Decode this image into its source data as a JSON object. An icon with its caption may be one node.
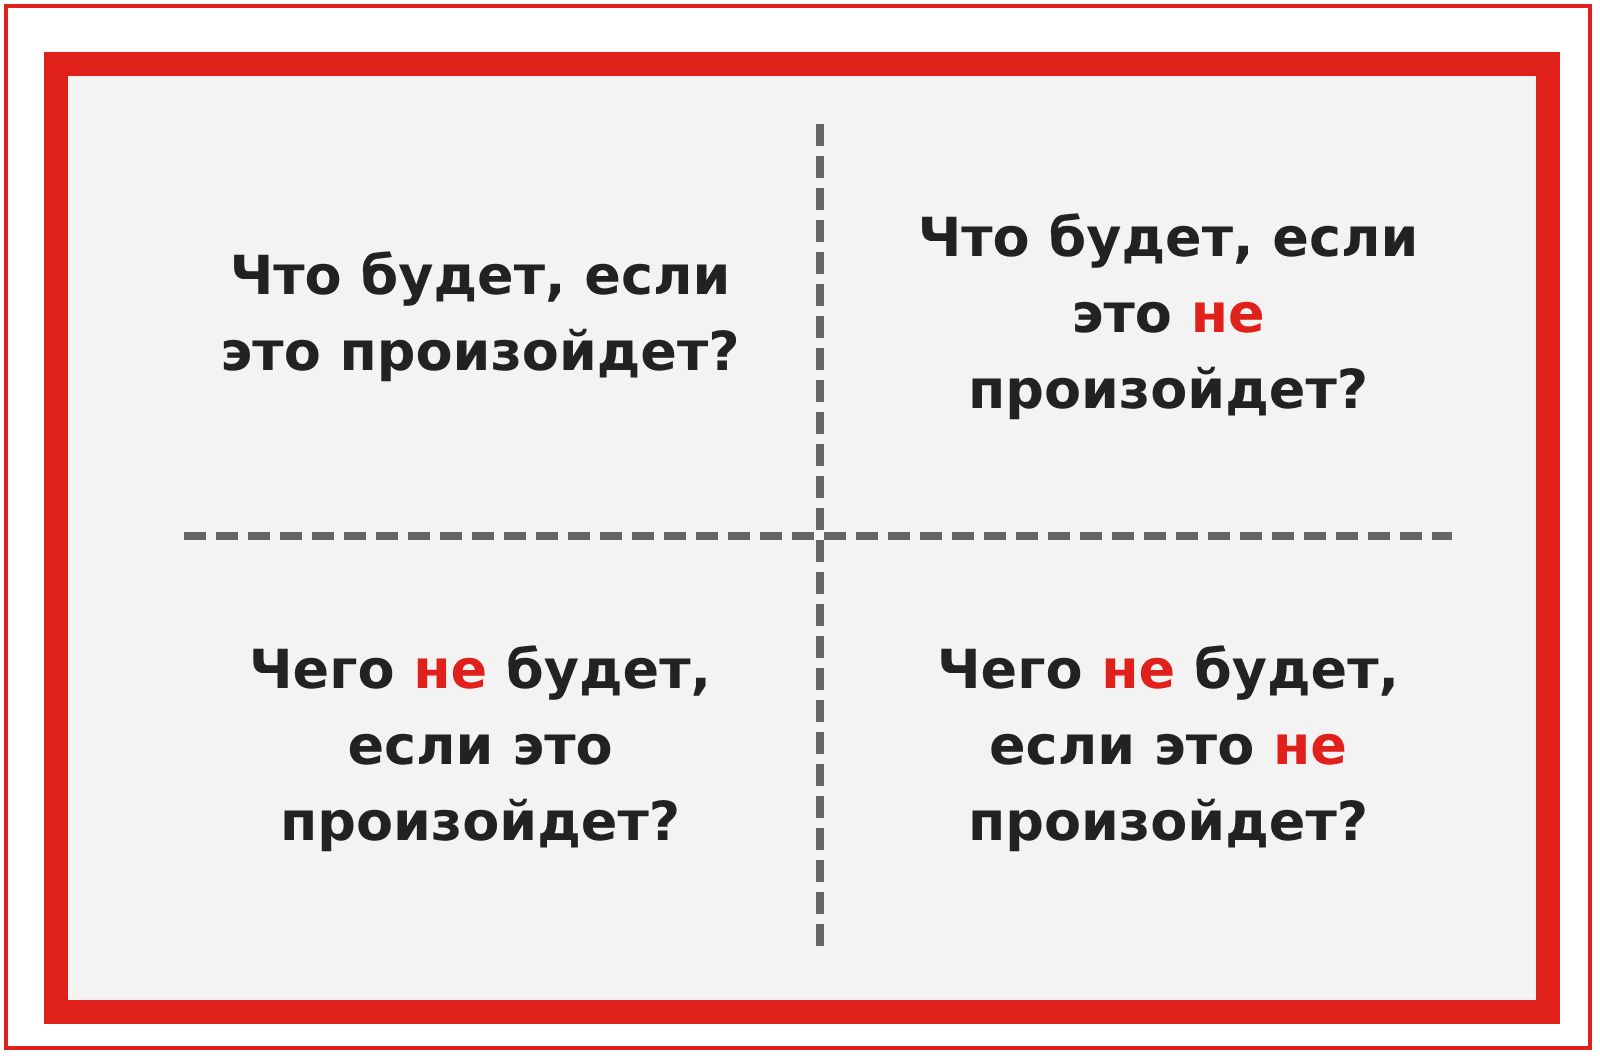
{
  "diagram": {
    "nodes": [
      {
        "text": [],
        "shape": "box"
      },
      {
        "text": [
          "Что будет, если это произойдет?"
        ],
        "in": 0
      },
      {
        "text": [
          "Что будет, если это **не** произойдет?"
        ],
        "in": 0
      },
      {
        "text": [
          "Чего **не** будет, если это произойдет?"
        ],
        "in": 0
      },
      {
        "text": [
          "Чего **не** будет, если это **не** произойдет?"
        ],
        "in": 0
      }
    ]
  }
}
